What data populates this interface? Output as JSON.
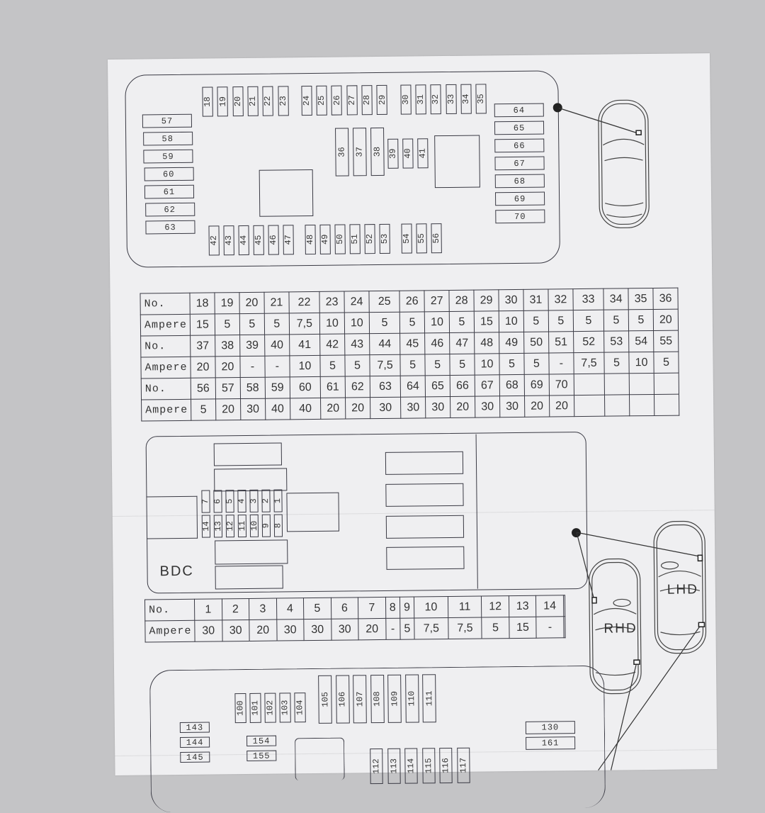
{
  "document": {
    "type": "fuse box diagram sheet",
    "background": "#c4c4c6",
    "paper_color": "#efeff1",
    "line_color": "#3a3a44"
  },
  "front_fuse_box": {
    "top_row_fuses": [
      "18",
      "19",
      "20",
      "21",
      "22",
      "23",
      "24",
      "25",
      "26",
      "27",
      "28",
      "29",
      "30",
      "31",
      "32",
      "33",
      "34",
      "35"
    ],
    "middle_fuses_large": [
      "36",
      "37",
      "38"
    ],
    "middle_fuses_small": [
      "39",
      "40",
      "41"
    ],
    "left_fuses": [
      "57",
      "58",
      "59",
      "60",
      "61",
      "62",
      "63"
    ],
    "right_fuses": [
      "64",
      "65",
      "66",
      "67",
      "68",
      "69",
      "70"
    ],
    "bottom_row_fuses": [
      "42",
      "43",
      "44",
      "45",
      "46",
      "47",
      "48",
      "49",
      "50",
      "51",
      "52",
      "53",
      "54",
      "55",
      "56"
    ]
  },
  "front_table": {
    "row_labels": {
      "no": "No.",
      "ampere": "Ampere"
    },
    "rows": [
      {
        "no": [
          "18",
          "19",
          "20",
          "21",
          "22",
          "23",
          "24",
          "25",
          "26",
          "27",
          "28",
          "29",
          "30",
          "31",
          "32",
          "33",
          "34",
          "35",
          "36"
        ],
        "ampere": [
          "15",
          "5",
          "5",
          "5",
          "7,5",
          "10",
          "10",
          "5",
          "5",
          "10",
          "5",
          "15",
          "10",
          "5",
          "5",
          "5",
          "5",
          "5",
          "20"
        ]
      },
      {
        "no": [
          "37",
          "38",
          "39",
          "40",
          "41",
          "42",
          "43",
          "44",
          "45",
          "46",
          "47",
          "48",
          "49",
          "50",
          "51",
          "52",
          "53",
          "54",
          "55"
        ],
        "ampere": [
          "20",
          "20",
          "-",
          "-",
          "10",
          "5",
          "5",
          "7,5",
          "5",
          "5",
          "5",
          "10",
          "5",
          "5",
          "-",
          "7,5",
          "5",
          "10",
          "5"
        ]
      },
      {
        "no": [
          "56",
          "57",
          "58",
          "59",
          "60",
          "61",
          "62",
          "63",
          "64",
          "65",
          "66",
          "67",
          "68",
          "69",
          "70",
          "",
          "",
          "",
          ""
        ],
        "ampere": [
          "5",
          "20",
          "30",
          "40",
          "40",
          "20",
          "20",
          "30",
          "30",
          "30",
          "20",
          "30",
          "30",
          "20",
          "20",
          "",
          "",
          "",
          ""
        ]
      }
    ]
  },
  "bdc_box": {
    "label": "BDC",
    "top_row_fuses": [
      "7",
      "6",
      "5",
      "4",
      "3",
      "2",
      "1"
    ],
    "bottom_row_fuses": [
      "14",
      "13",
      "12",
      "11",
      "10",
      "9",
      "8"
    ]
  },
  "bdc_table": {
    "row_labels": {
      "no": "No.",
      "ampere": "Ampere"
    },
    "no": [
      "1",
      "2",
      "3",
      "4",
      "5",
      "6",
      "7",
      "8",
      "9",
      "10",
      "11",
      "12",
      "13",
      "14",
      ""
    ],
    "ampere": [
      "30",
      "30",
      "20",
      "30",
      "30",
      "30",
      "20",
      "-",
      "5",
      "7,5",
      "7,5",
      "5",
      "15",
      "-",
      ""
    ]
  },
  "cars": {
    "rhd_label": "RHD",
    "lhd_label": "LHD"
  },
  "rear_fuse_box": {
    "top_small_fuses": [
      "100",
      "101",
      "102",
      "103",
      "104"
    ],
    "top_large_fuses": [
      "105",
      "106",
      "107",
      "108",
      "109",
      "110",
      "111"
    ],
    "left_fuses": [
      "143",
      "144",
      "145"
    ],
    "middle_left_fuses": [
      "154",
      "155"
    ],
    "bottom_fuses": [
      "112",
      "113",
      "114",
      "115",
      "116",
      "117"
    ],
    "right_fuses": [
      "130",
      "161"
    ]
  }
}
